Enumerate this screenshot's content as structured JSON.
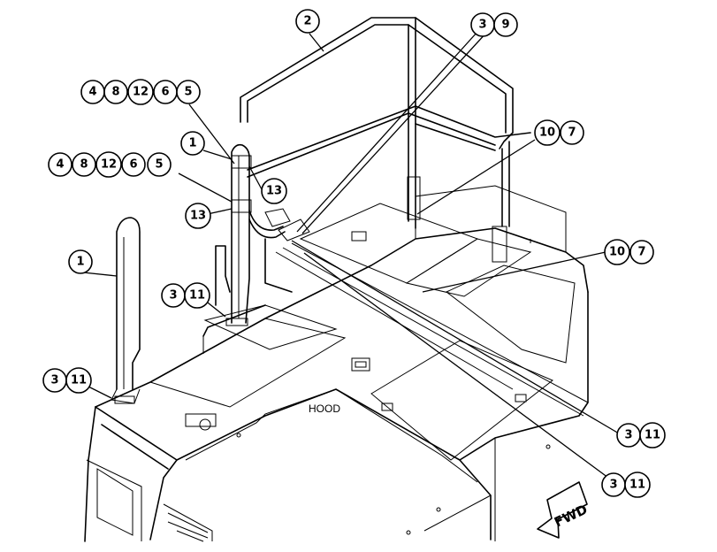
{
  "labels": {
    "hood": "HOOD",
    "fwd": "FWD"
  },
  "callouts": {
    "c2": "2",
    "c3_9": [
      "3",
      "9"
    ],
    "c45_top": [
      "4",
      "8",
      "12",
      "6",
      "5"
    ],
    "c45_mid": [
      "4",
      "8",
      "12",
      "6",
      "5"
    ],
    "c1_upper": "1",
    "c13_right": "13",
    "c13_left": "13",
    "c10_7_upper": [
      "10",
      "7"
    ],
    "c10_7_lower": [
      "10",
      "7"
    ],
    "c1_lower": "1",
    "c3_11_mid": [
      "3",
      "11"
    ],
    "c3_11_left": [
      "3",
      "11"
    ],
    "c3_11_right": [
      "3",
      "11"
    ],
    "c3_11_bottom": [
      "3",
      "11"
    ]
  }
}
